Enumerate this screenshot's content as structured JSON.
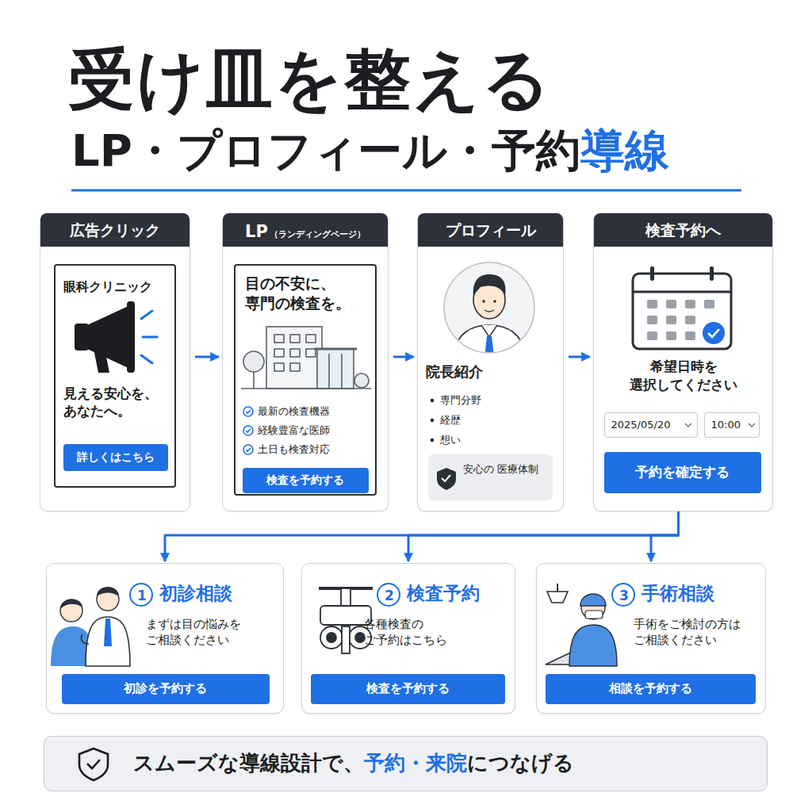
{
  "diagram": {
    "title": "受け皿を整える",
    "nodes": [
      {
        "text": [
          "広告クリック"
        ]
      },
      {
        "text": [
          "眼科クリニック",
          "見える安心を、 あなたへ。"
        ],
        "in": 0
      },
      {
        "text": [
          "詳しくはこちら"
        ],
        "in": 1
      },
      {
        "text": [
          "LP",
          "（ランディングページ）"
        ]
      },
      {
        "text": [
          "目の不安に、 専門の検査を。",
          "最新の検査機器",
          "経験豊富な医師",
          "土日も検査対応"
        ],
        "in": 3
      },
      {
        "text": [
          "検査を予約する"
        ],
        "in": 4
      },
      {
        "text": [
          "プロフィール",
          "院長紹介",
          "専門分野",
          "経歴",
          "想い"
        ]
      },
      {
        "text": [
          "安心の 医療体制"
        ],
        "in": 6
      },
      {
        "text": [
          "検査予約へ",
          "希望日時を 選択してください"
        ]
      },
      {
        "text": [
          "2025/05/20"
        ],
        "in": 8
      },
      {
        "text": [
          "10:00"
        ],
        "in": 8
      },
      {
        "text": [
          "予約を確定する"
        ],
        "in": 8
      },
      {
        "text": [
          "1",
          "初診相談",
          "まずは目の悩みを ご相談ください"
        ]
      },
      {
        "text": [
          "初診を予約する"
        ],
        "in": 12
      },
      {
        "text": [
          "2",
          "検査予約",
          "各種検査の ご予約はこちら"
        ]
      },
      {
        "text": [
          "検査を予約する"
        ],
        "in": 14
      },
      {
        "text": [
          "3",
          "手術相談",
          "手術をご検討の方は ご相談ください"
        ]
      },
      {
        "text": [
          "相談を予約する"
        ],
        "in": 16
      },
      {
        "text": [
          "スムーズな導線設計で、",
          "予約・来院",
          "につなげる"
        ]
      }
    ],
    "edges": [
      {
        "from": 0,
        "to": 3,
        "arrow": "to"
      },
      {
        "from": 3,
        "to": 6,
        "arrow": "to"
      },
      {
        "from": 6,
        "to": 8,
        "arrow": "to"
      },
      {
        "from": 8,
        "to": 12,
        "arrow": "to"
      },
      {
        "from": 8,
        "to": 14,
        "arrow": "to"
      },
      {
        "from": 8,
        "to": 16,
        "arrow": "to"
      }
    ],
    "labels": [
      "LP・プロフィール・予約",
      "導線"
    ]
  }
}
